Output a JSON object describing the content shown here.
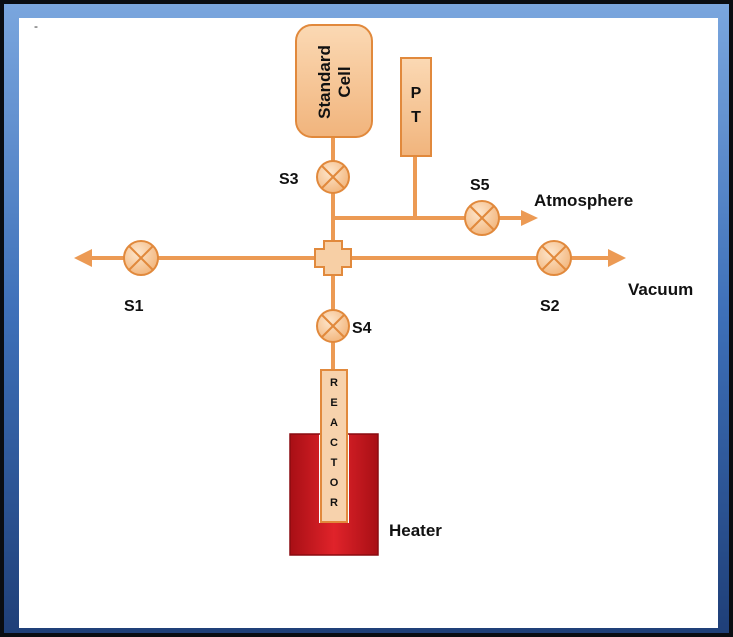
{
  "diagram": {
    "colors": {
      "pipe": "#ec9a54",
      "valve_fill": "#f7cfa5",
      "valve_stroke": "#e1893c",
      "cell_fill": "#f6c796",
      "heater": "#c8141b",
      "frame_blue": "#5d8fd0",
      "background": "#ffffff"
    },
    "components": {
      "standard_cell": {
        "line1": "Standard",
        "line2": "Cell"
      },
      "pressure_transducer": {
        "line1": "P",
        "line2": "T"
      },
      "reactor": {
        "letters": [
          "R",
          "E",
          "A",
          "C",
          "T",
          "O",
          "R"
        ]
      },
      "heater": "Heater",
      "atmosphere": "Atmosphere",
      "vacuum": "Vacuum"
    },
    "valves": {
      "s1": "S1",
      "s2": "S2",
      "s3": "S3",
      "s4": "S4",
      "s5": "S5"
    }
  }
}
